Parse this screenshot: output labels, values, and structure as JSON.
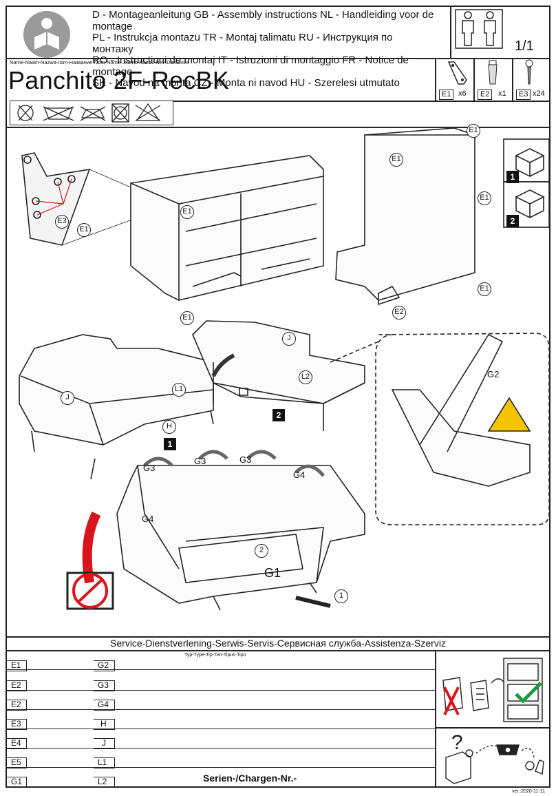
{
  "header": {
    "languages": [
      "D - Montageanleitung GB - Assembly instructions NL - Handleiding voor de montage",
      "PL - Instrukcja montazu TR - Montaj talimatu RU - Инструкция по монтажу",
      "RO - Instructiuni de montaj IT - Istruzioni di montaggio FR - Notice de montage",
      "SK - Navod na monta CZ - Monta ni navod HU - Szerelesi utmutato"
    ],
    "page": "1/1",
    "name_label": "Name-Naam-Nazwa-Isim-Название-Nom-Nome-Jmeno-Nazov-Nev-Denumire",
    "model": "Panchito 2F-RecBK"
  },
  "parts": [
    {
      "code": "E1",
      "qty": "x6",
      "icon": "bracket-icon"
    },
    {
      "code": "E2",
      "qty": "x1",
      "icon": "foot-icon"
    },
    {
      "code": "E3",
      "qty": "x24",
      "icon": "screw-icon"
    }
  ],
  "packages": [
    "1",
    "2"
  ],
  "diagram_labels": {
    "e1": "E1",
    "e2": "E2",
    "e3": "E3",
    "j": "J",
    "l1": "L1",
    "l2": "L2",
    "h": "H",
    "g1": "G1",
    "g2": "G2",
    "g3": "G3",
    "g4": "G4",
    "step1": "1",
    "step2": "2",
    "box1": "1",
    "box2": "2"
  },
  "service": {
    "title": "Service-Dienstverlening-Serwis-Servis-Сервисная служба-Assistenza-Szerviz",
    "type_label": "Typ-Type-Tip-Тип-Tipus-Tipo",
    "serial_label": "Serien-/Chargen-Nr.-",
    "rows": [
      {
        "left": "E1",
        "right": "G2"
      },
      {
        "left": "E2",
        "right": "G3"
      },
      {
        "left": "E2",
        "right": "G4"
      },
      {
        "left": "E3",
        "right": "H"
      },
      {
        "left": "E4",
        "right": "J"
      },
      {
        "left": "E5",
        "right": "L1"
      },
      {
        "left": "G1",
        "right": "L2"
      }
    ]
  },
  "version": "ver.:2020-11-11",
  "colors": {
    "line": "#222222",
    "warning": "#f5c400",
    "forbid": "#d9141b",
    "ok": "#1a9b3c"
  }
}
